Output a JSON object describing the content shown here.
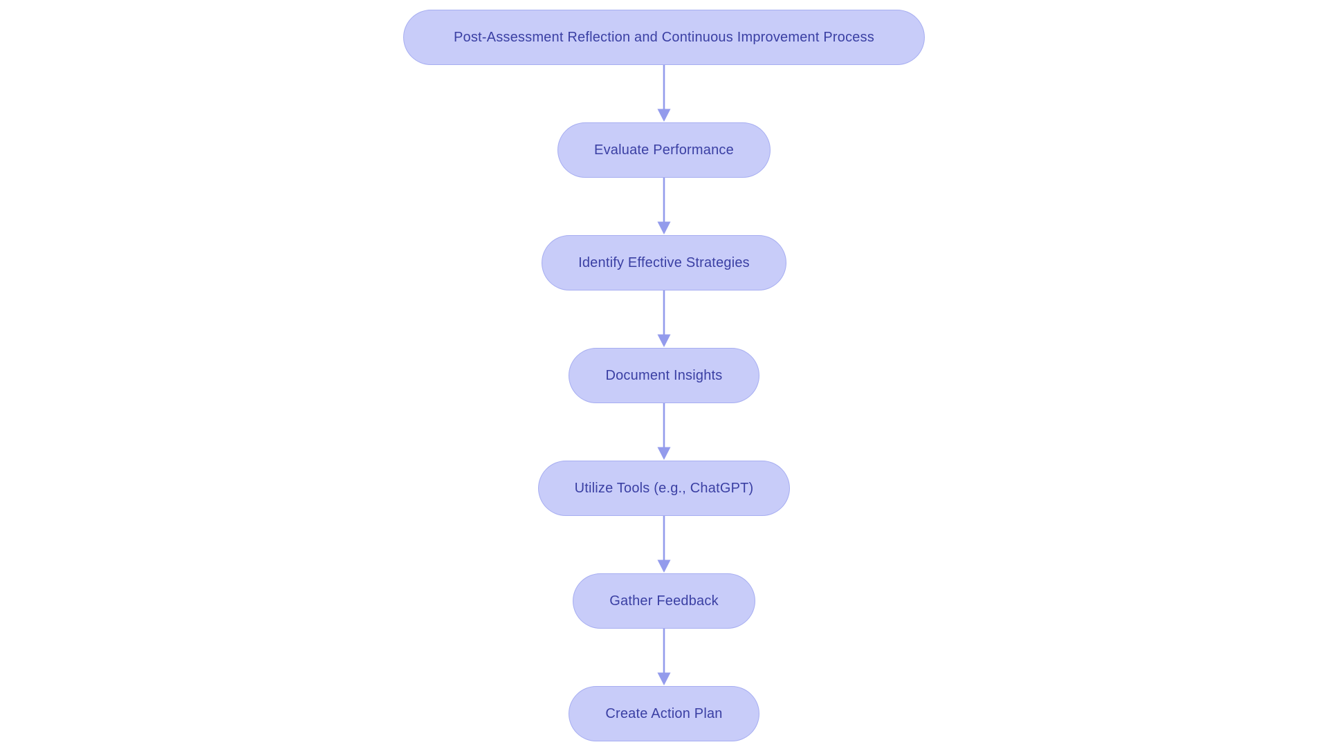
{
  "flowchart": {
    "type": "flowchart",
    "direction": "top-down",
    "title": "Post-Assessment Reflection and Continuous Improvement Process",
    "nodes": [
      {
        "id": 0,
        "label": "Post-Assessment Reflection and Continuous Improvement Process",
        "role": "title"
      },
      {
        "id": 1,
        "label": "Evaluate Performance",
        "role": "step"
      },
      {
        "id": 2,
        "label": "Identify Effective Strategies",
        "role": "step"
      },
      {
        "id": 3,
        "label": "Document Insights",
        "role": "step"
      },
      {
        "id": 4,
        "label": "Utilize Tools (e.g., ChatGPT)",
        "role": "step"
      },
      {
        "id": 5,
        "label": "Gather Feedback",
        "role": "step"
      },
      {
        "id": 6,
        "label": "Create Action Plan",
        "role": "step"
      }
    ],
    "edges": [
      {
        "from": 0,
        "to": 1
      },
      {
        "from": 1,
        "to": 2
      },
      {
        "from": 2,
        "to": 3
      },
      {
        "from": 3,
        "to": 4
      },
      {
        "from": 4,
        "to": 5
      },
      {
        "from": 5,
        "to": 6
      }
    ],
    "colors": {
      "node_fill": "#c8ccf9",
      "node_border": "#a6adf1",
      "node_text": "#3a3fa3",
      "arrow": "#939bec",
      "background": "#ffffff"
    }
  }
}
